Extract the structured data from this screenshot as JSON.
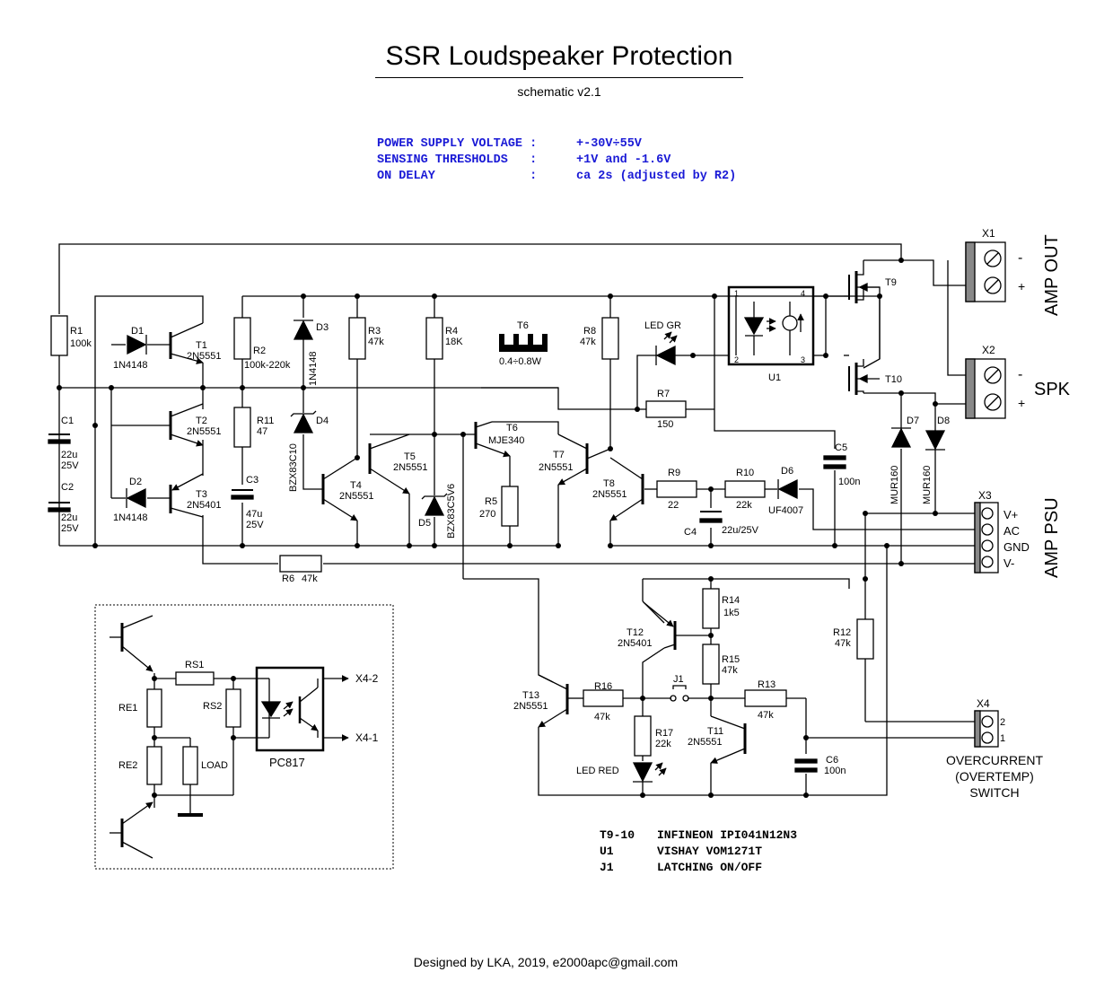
{
  "title": "SSR Loudspeaker Protection",
  "subtitle": "schematic v2.1",
  "specs": [
    {
      "label": "POWER SUPPLY VOLTAGE :",
      "value": "+-30V÷55V"
    },
    {
      "label": "SENSING THRESHOLDS   :",
      "value": "+1V and -1.6V"
    },
    {
      "label": "ON DELAY             :",
      "value": "ca 2s (adjusted by R2)"
    }
  ],
  "components": {
    "R1": {
      "ref": "R1",
      "value": "100k"
    },
    "R2": {
      "ref": "R2",
      "value": "100k-220k"
    },
    "R3": {
      "ref": "R3",
      "value": "47k"
    },
    "R4": {
      "ref": "R4",
      "value": "18K"
    },
    "R5": {
      "ref": "R5",
      "value": "270"
    },
    "R6": {
      "ref": "R6",
      "value": "47k"
    },
    "R7": {
      "ref": "R7",
      "value": "150"
    },
    "R8": {
      "ref": "R8",
      "value": "47k"
    },
    "R9": {
      "ref": "R9",
      "value": "22"
    },
    "R10": {
      "ref": "R10",
      "value": "22k"
    },
    "R11": {
      "ref": "R11",
      "value": "47"
    },
    "R12": {
      "ref": "R12",
      "value": "47k"
    },
    "R13": {
      "ref": "R13",
      "value": "47k"
    },
    "R14": {
      "ref": "R14",
      "value": "1k5"
    },
    "R15": {
      "ref": "R15",
      "value": "47k"
    },
    "R16": {
      "ref": "R16",
      "value": "47k"
    },
    "R17": {
      "ref": "R17",
      "value": "22k"
    },
    "C1": {
      "ref": "C1",
      "value": "22u",
      "rating": "25V"
    },
    "C2": {
      "ref": "C2",
      "value": "22u",
      "rating": "25V"
    },
    "C3": {
      "ref": "C3",
      "value": "47u",
      "rating": "25V"
    },
    "C4": {
      "ref": "C4",
      "value": "22u/25V"
    },
    "C5": {
      "ref": "C5",
      "value": "100n"
    },
    "C6": {
      "ref": "C6",
      "value": "100n"
    },
    "D1": {
      "ref": "D1",
      "value": "1N4148"
    },
    "D2": {
      "ref": "D2",
      "value": "1N4148"
    },
    "D3": {
      "ref": "D3",
      "value": "1N4148"
    },
    "D4": {
      "ref": "D4",
      "value": "BZX83C10"
    },
    "D5": {
      "ref": "D5",
      "value": "BZX83C5V6"
    },
    "D6": {
      "ref": "D6",
      "value": "UF4007"
    },
    "D7": {
      "ref": "D7",
      "value": "MUR160"
    },
    "D8": {
      "ref": "D8",
      "value": "MUR160"
    },
    "T1": {
      "ref": "T1",
      "value": "2N5551"
    },
    "T2": {
      "ref": "T2",
      "value": "2N5551"
    },
    "T3": {
      "ref": "T3",
      "value": "2N5401"
    },
    "T4": {
      "ref": "T4",
      "value": "2N5551"
    },
    "T5": {
      "ref": "T5",
      "value": "2N5551"
    },
    "T6": {
      "ref": "T6",
      "value": "MJE340",
      "heatsink": "0.4÷0.8W"
    },
    "T7": {
      "ref": "T7",
      "value": "2N5551"
    },
    "T8": {
      "ref": "T8",
      "value": "2N5551"
    },
    "T9": {
      "ref": "T9"
    },
    "T10": {
      "ref": "T10"
    },
    "T11": {
      "ref": "T11",
      "value": "2N5551"
    },
    "T12": {
      "ref": "T12",
      "value": "2N5401"
    },
    "T13": {
      "ref": "T13",
      "value": "2N5551"
    },
    "U1": {
      "ref": "U1",
      "pins": [
        "1",
        "2",
        "3",
        "4"
      ]
    },
    "LED_GR": {
      "ref": "LED GR"
    },
    "LED_RED": {
      "ref": "LED RED"
    },
    "J1": {
      "ref": "J1"
    }
  },
  "connectors": {
    "X1": {
      "ref": "X1",
      "name": "AMP OUT",
      "pins": [
        "-",
        "+"
      ]
    },
    "X2": {
      "ref": "X2",
      "name": "SPK",
      "pins": [
        "-",
        "+"
      ]
    },
    "X3": {
      "ref": "X3",
      "name": "AMP PSU",
      "pins": [
        "V+",
        "AC",
        "GND",
        "V-"
      ]
    },
    "X4": {
      "ref": "X4",
      "name": "OVERCURRENT\n(OVERTEMP)\nSWITCH",
      "name_lines": [
        "OVERCURRENT",
        "(OVERTEMP)",
        "SWITCH"
      ],
      "pins": [
        "2",
        "1"
      ]
    }
  },
  "inset": {
    "RS1": "RS1",
    "RS2": "RS2",
    "RE1": "RE1",
    "RE2": "RE2",
    "LOAD": "LOAD",
    "PC817": "PC817",
    "out_top": "X4-2",
    "out_bottom": "X4-1"
  },
  "notes": [
    {
      "ref": "T9-10",
      "part": "INFINEON IPI041N12N3"
    },
    {
      "ref": "U1",
      "part": "VISHAY VOM1271T"
    },
    {
      "ref": "J1",
      "part": "LATCHING ON/OFF"
    }
  ],
  "footer": "Designed by LKA, 2019, e2000apc@gmail.com"
}
